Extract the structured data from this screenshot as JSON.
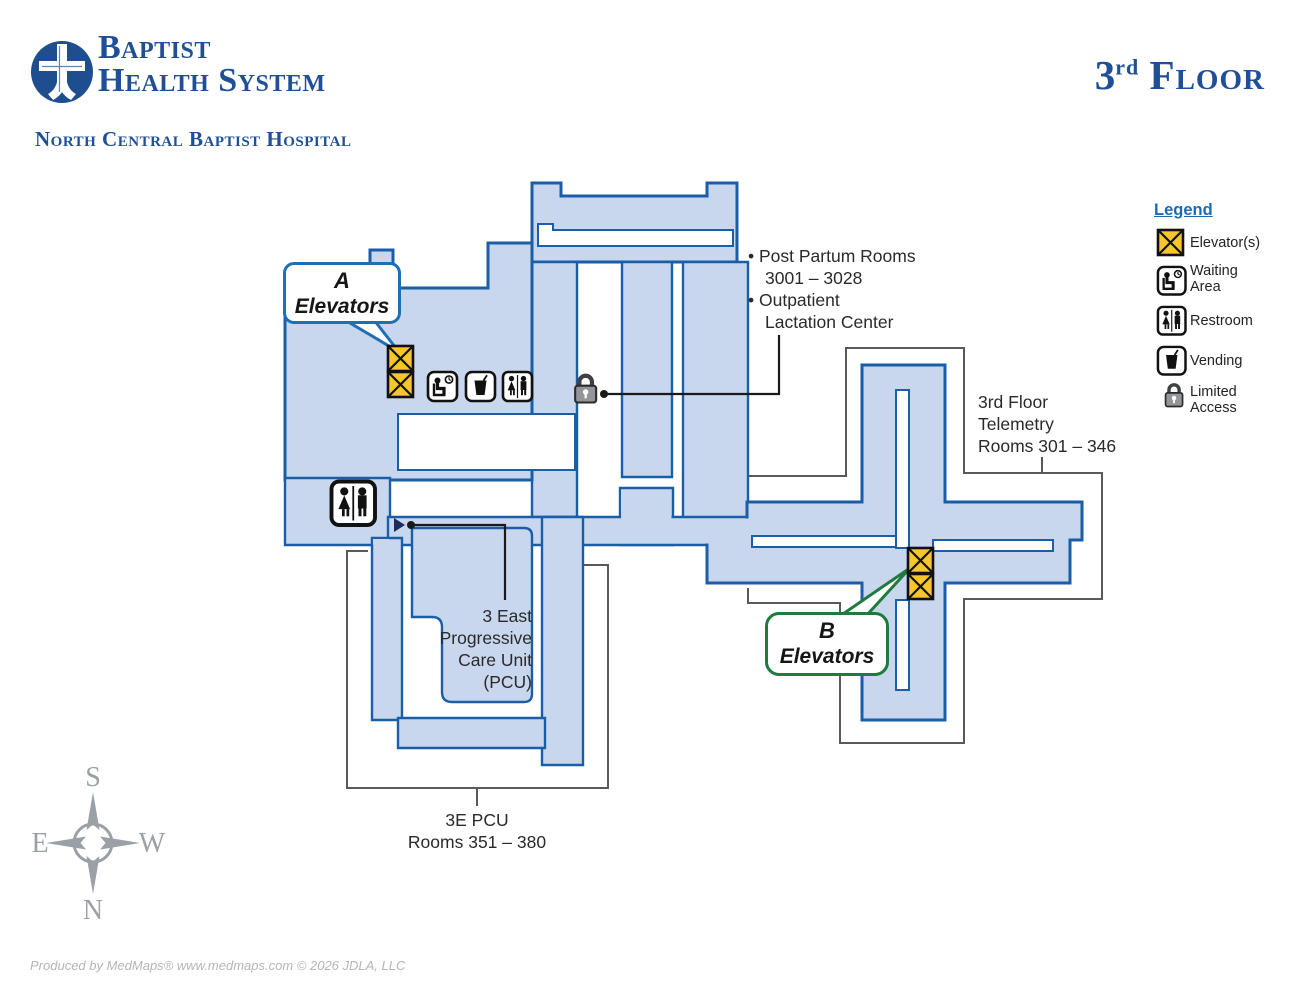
{
  "header": {
    "brand_line1": "Baptist",
    "brand_line2": "Health System",
    "hospital_name": "North Central Baptist Hospital",
    "floor_title_number": "3",
    "floor_title_ordinal": "rd",
    "floor_title_word": "Floor"
  },
  "legend": {
    "title": "Legend",
    "items": [
      {
        "icon": "elevator-icon",
        "label": "Elevator(s)"
      },
      {
        "icon": "waiting-area-icon",
        "label_line1": "Waiting",
        "label_line2": "Area"
      },
      {
        "icon": "restroom-icon",
        "label": "Restroom"
      },
      {
        "icon": "vending-icon",
        "label": "Vending"
      },
      {
        "icon": "limited-access-icon",
        "label_line1": "Limited",
        "label_line2": "Access"
      }
    ]
  },
  "map": {
    "callout_a": {
      "line1": "A",
      "line2": "Elevators"
    },
    "callout_b": {
      "line1": "B",
      "line2": "Elevators"
    },
    "annotations": {
      "post_partum": {
        "lines": [
          "• Post Partum Rooms",
          "3001 – 3028",
          "• Outpatient",
          "Lactation Center"
        ]
      },
      "telemetry": {
        "lines": [
          "3rd Floor",
          "Telemetry",
          "Rooms 301 – 346"
        ]
      },
      "pcu": {
        "lines": [
          "3 East",
          "Progressive",
          "Care Unit",
          "(PCU)"
        ]
      },
      "pcu_rooms": {
        "lines": [
          "3E PCU",
          "Rooms 351 – 380"
        ]
      }
    }
  },
  "compass": {
    "top": "S",
    "bottom": "N",
    "left": "E",
    "right": "W"
  },
  "footer": {
    "credit": "Produced by MedMaps®  www.medmaps.com  © 2026 JDLA, LLC"
  },
  "colors": {
    "map_fill": "#C8D6EE",
    "map_stroke": "#1A5EA8",
    "outline_gray": "#58595B",
    "elevator_yellow": "#F7C532",
    "callout_a_border": "#1F6FB5",
    "callout_b_border": "#1E7B3D",
    "brand_blue": "#1F4F97",
    "text_dark": "#2A2A2A"
  }
}
